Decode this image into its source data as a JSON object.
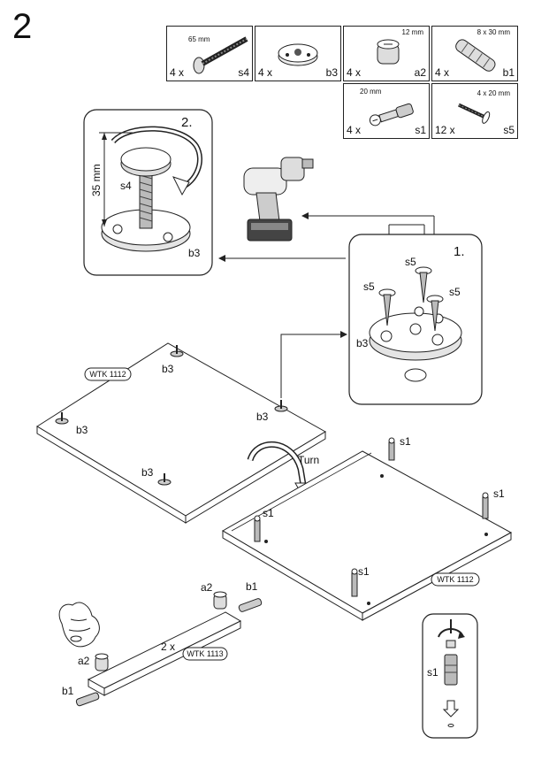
{
  "step_number": "2",
  "parts": [
    {
      "qty": "4 x",
      "code": "s4",
      "size": "65 mm",
      "icon": "bolt-icon"
    },
    {
      "qty": "4 x",
      "code": "b3",
      "size": "",
      "icon": "mounting-plate-icon"
    },
    {
      "qty": "4 x",
      "code": "a2",
      "size": "12 mm",
      "icon": "cam-lock-icon"
    },
    {
      "qty": "4 x",
      "code": "b1",
      "size": "8 x 30 mm",
      "icon": "wooden-dowel-icon"
    },
    {
      "qty": "4 x",
      "code": "s1",
      "size": "20 mm",
      "icon": "cam-bolt-icon"
    },
    {
      "qty": "12 x",
      "code": "s5",
      "size": "4 x 20 mm",
      "icon": "wood-screw-icon"
    }
  ],
  "detail_2": {
    "title": "2.",
    "dimension": "35 mm",
    "bolt_label": "s4",
    "plate_label": "b3"
  },
  "detail_1": {
    "title": "1.",
    "screw_left": "s5",
    "screw_mid": "s5",
    "screw_right": "s5",
    "plate_label": "b3"
  },
  "panel_top": {
    "panel_code": "WTK 1112",
    "plate_labels": [
      "b3",
      "b3",
      "b3",
      "b3"
    ]
  },
  "turn_label": "Turn",
  "panel_bottom": {
    "panel_code": "WTK 1112",
    "bolt_labels": [
      "s1",
      "s1",
      "s1",
      "s1"
    ]
  },
  "side_panel": {
    "count": "2 x",
    "panel_code": "WTK 1113",
    "cam_label_top": "a2",
    "dowel_label_top": "b1",
    "cam_label_left": "a2",
    "dowel_label_left": "b1"
  },
  "cam_detail": {
    "bolt_label": "s1"
  }
}
